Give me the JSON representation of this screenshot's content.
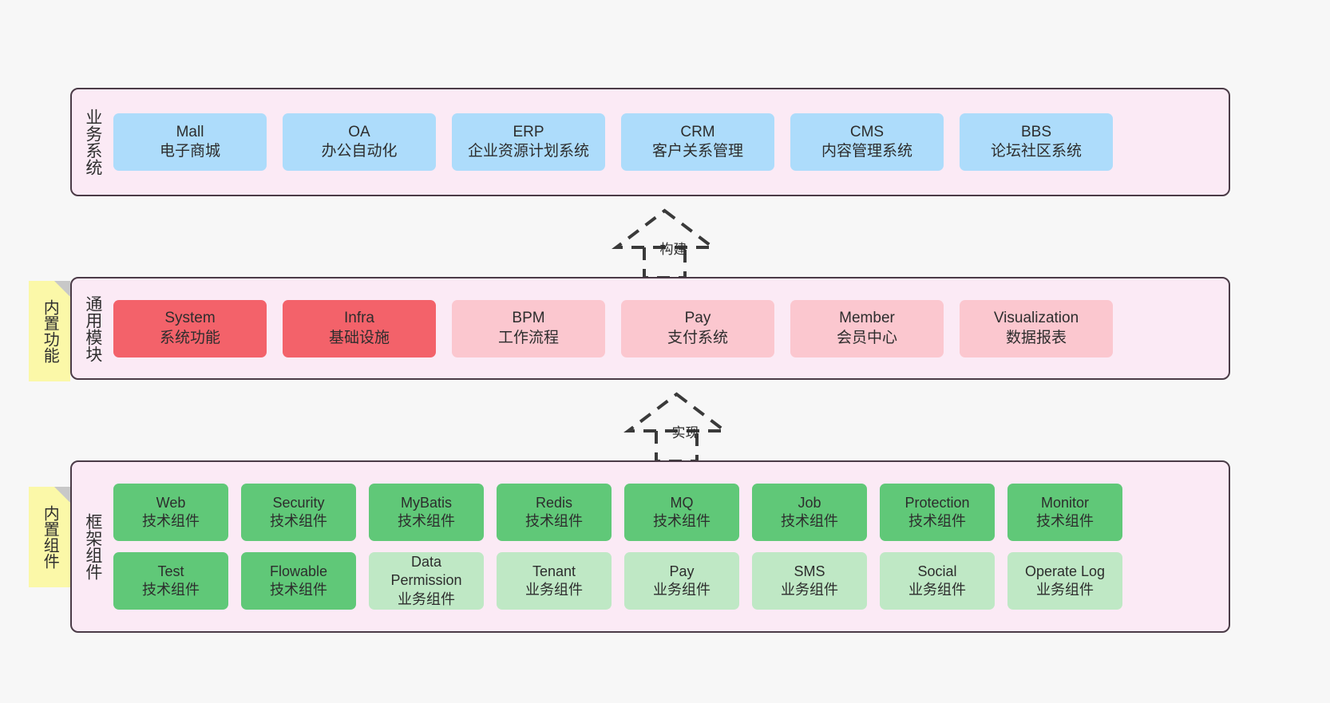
{
  "diagram": {
    "title_business": "业务系统",
    "title_common": "通用模块",
    "title_framework": "框架组件"
  },
  "notes": {
    "builtin_function": "内置功能",
    "builtin_component": "内置组件"
  },
  "arrows": {
    "build": "构建",
    "implement": "实现"
  },
  "colors": {
    "panel_bg": "#fbeaf5",
    "panel_border": "#4b3b47",
    "blue": "#addcfb",
    "red": "#f3626a",
    "pink": "#fbc7cf",
    "green": "#60c878",
    "light_green": "#bfe8c5",
    "note_yellow": "#fbf8a8",
    "page_bg": "#f7f7f7"
  },
  "business_systems": [
    {
      "name": "Mall",
      "desc": "电子商城",
      "color": "blue"
    },
    {
      "name": "OA",
      "desc": "办公自动化",
      "color": "blue"
    },
    {
      "name": "ERP",
      "desc": "企业资源计划系统",
      "color": "blue"
    },
    {
      "name": "CRM",
      "desc": "客户关系管理",
      "color": "blue"
    },
    {
      "name": "CMS",
      "desc": "内容管理系统",
      "color": "blue"
    },
    {
      "name": "BBS",
      "desc": "论坛社区系统",
      "color": "blue"
    }
  ],
  "common_modules": [
    {
      "name": "System",
      "desc": "系统功能",
      "color": "red"
    },
    {
      "name": "Infra",
      "desc": "基础设施",
      "color": "red"
    },
    {
      "name": "BPM",
      "desc": "工作流程",
      "color": "pink"
    },
    {
      "name": "Pay",
      "desc": "支付系统",
      "color": "pink"
    },
    {
      "name": "Member",
      "desc": "会员中心",
      "color": "pink"
    },
    {
      "name": "Visualization",
      "desc": "数据报表",
      "color": "pink"
    }
  ],
  "framework_row1": [
    {
      "name": "Web",
      "desc": "技术组件",
      "color": "green"
    },
    {
      "name": "Security",
      "desc": "技术组件",
      "color": "green"
    },
    {
      "name": "MyBatis",
      "desc": "技术组件",
      "color": "green"
    },
    {
      "name": "Redis",
      "desc": "技术组件",
      "color": "green"
    },
    {
      "name": "MQ",
      "desc": "技术组件",
      "color": "green"
    },
    {
      "name": "Job",
      "desc": "技术组件",
      "color": "green"
    },
    {
      "name": "Protection",
      "desc": "技术组件",
      "color": "green"
    },
    {
      "name": "Monitor",
      "desc": "技术组件",
      "color": "green"
    }
  ],
  "framework_row2": [
    {
      "name": "Test",
      "desc": "技术组件",
      "color": "green"
    },
    {
      "name": "Flowable",
      "desc": "技术组件",
      "color": "green"
    },
    {
      "name": "Data Permission",
      "desc": "业务组件",
      "color": "light_green"
    },
    {
      "name": "Tenant",
      "desc": "业务组件",
      "color": "light_green"
    },
    {
      "name": "Pay",
      "desc": "业务组件",
      "color": "light_green"
    },
    {
      "name": "SMS",
      "desc": "业务组件",
      "color": "light_green"
    },
    {
      "name": "Social",
      "desc": "业务组件",
      "color": "light_green"
    },
    {
      "name": "Operate Log",
      "desc": "业务组件",
      "color": "light_green"
    }
  ]
}
